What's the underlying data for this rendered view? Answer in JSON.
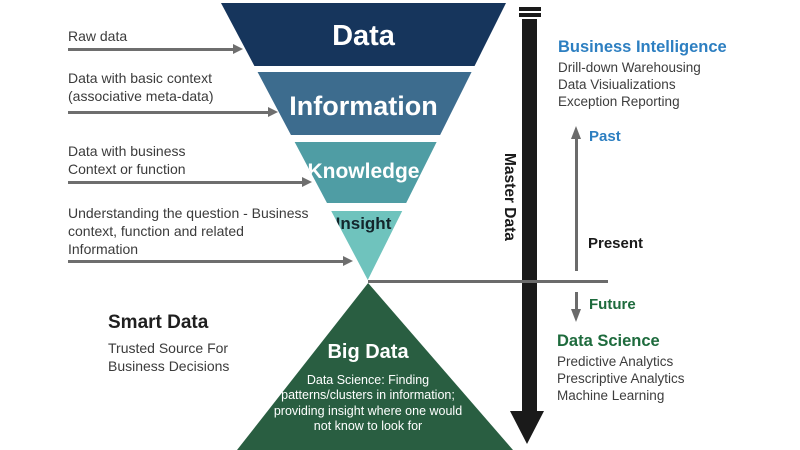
{
  "colors": {
    "level_data": "#16355c",
    "level_information": "#3d6c8e",
    "level_knowledge": "#4f9da4",
    "level_insight": "#6fc3bd",
    "big_data_green": "#295e41",
    "bi_blue": "#2d7fc1",
    "ds_green": "#1e6b3d",
    "arrow_gray": "#6e6e6e",
    "master_black": "#1a1a1a"
  },
  "funnel": {
    "levels": [
      {
        "label": "Data"
      },
      {
        "label": "Information"
      },
      {
        "label": "Knowledge"
      },
      {
        "label": "Insight"
      }
    ]
  },
  "left_annotations": [
    {
      "lines": [
        "Raw data"
      ]
    },
    {
      "lines": [
        "Data with basic context",
        "(associative meta-data)"
      ]
    },
    {
      "lines": [
        "Data with business",
        "Context or function"
      ]
    },
    {
      "lines": [
        "Understanding the question - Business",
        "context, function and related",
        "Information"
      ]
    }
  ],
  "smart_data": {
    "title": "Smart Data",
    "lines": [
      "Trusted Source For",
      "Business Decisions"
    ]
  },
  "big_data": {
    "title": "Big Data",
    "description_lines": [
      "Data Science: Finding",
      "patterns/clusters in information;",
      "providing insight where one would",
      "not know to look for"
    ]
  },
  "master_data": {
    "label": "Master Data"
  },
  "right_panel": {
    "business_intelligence": {
      "title": "Business Intelligence",
      "items": [
        "Drill-down Warehousing",
        "Data Visiualizations",
        "Exception Reporting"
      ]
    },
    "timeline": {
      "past": "Past",
      "present": "Present",
      "future": "Future"
    },
    "data_science": {
      "title": "Data Science",
      "items": [
        "Predictive Analytics",
        "Prescriptive Analytics",
        "Machine Learning"
      ]
    }
  }
}
